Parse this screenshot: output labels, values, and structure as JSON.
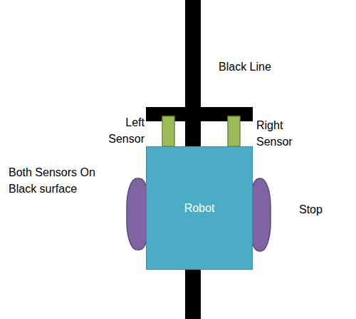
{
  "diagram": {
    "nodes": [
      {
        "text": [
          "Robot"
        ]
      }
    ],
    "labels": [
      "Black Line",
      "Left Sensor",
      "Right Sensor",
      "Both Sensors On Black surface",
      "Stop"
    ]
  }
}
